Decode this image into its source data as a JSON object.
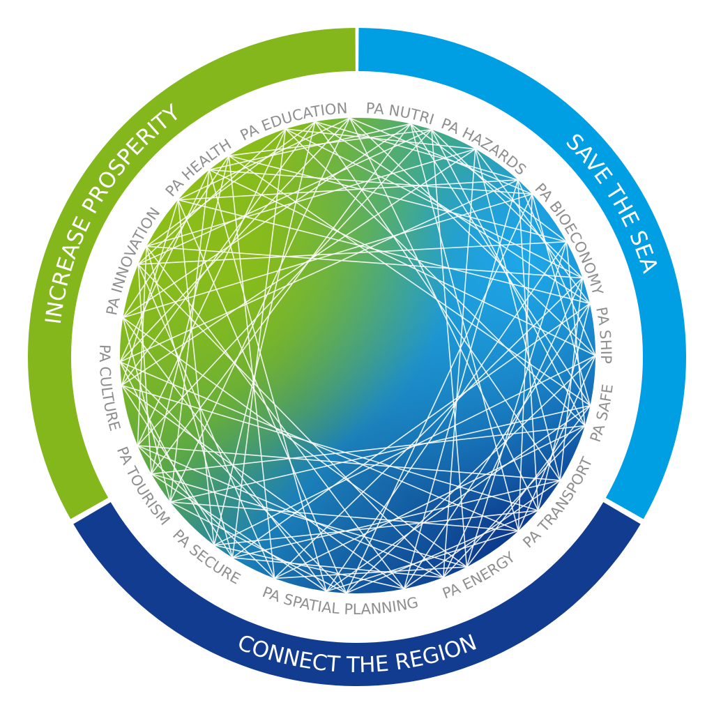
{
  "colors": {
    "green": "#84b71c",
    "blue": "#009fe3",
    "navy": "#123c8f",
    "label": "#8f8f8f"
  },
  "segments": [
    {
      "id": "prosperity",
      "title": "INCREASE PROSPERITY",
      "color": "#84b71c"
    },
    {
      "id": "sea",
      "title": "SAVE THE SEA",
      "color": "#009fe3"
    },
    {
      "id": "region",
      "title": "CONNECT THE REGION",
      "color": "#123c8f"
    }
  ],
  "policy_areas_top": [
    "PA INNOVATION",
    "PA HEALTH",
    "PA EDUCATION",
    "PA NUTRI",
    "PA HAZARDS",
    "PA BIOECONOMY",
    "PA SHIP"
  ],
  "policy_areas_bottom": [
    "PA CULTURE",
    "PA TOURISM",
    "PA SECURE",
    "PA SPATIAL PLANNING",
    "PA ENERGY",
    "PA TRANSPORT",
    "PA SAFE"
  ]
}
